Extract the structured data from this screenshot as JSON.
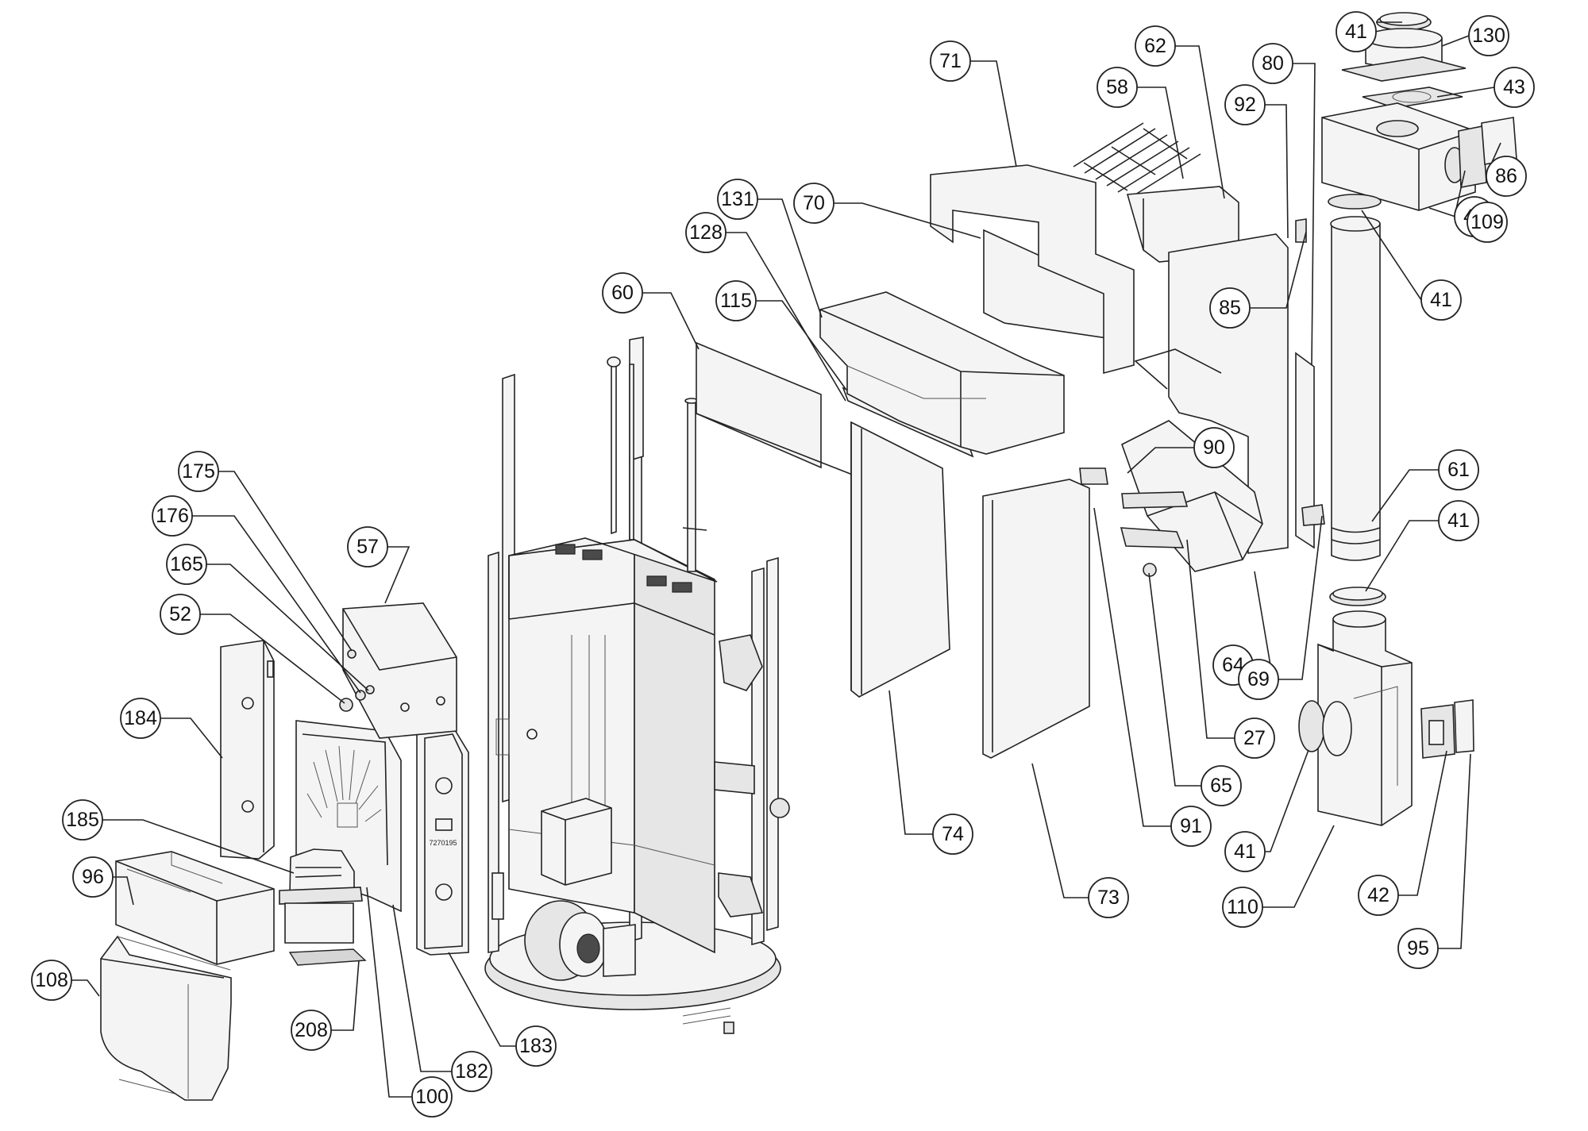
{
  "diagram": {
    "type": "exploded-parts-diagram",
    "callouts": [
      {
        "id": "c71",
        "label": "71"
      },
      {
        "id": "c62",
        "label": "62"
      },
      {
        "id": "c58",
        "label": "58"
      },
      {
        "id": "c92",
        "label": "92"
      },
      {
        "id": "c80",
        "label": "80"
      },
      {
        "id": "c41a",
        "label": "41"
      },
      {
        "id": "c130",
        "label": "130"
      },
      {
        "id": "c43a",
        "label": "43"
      },
      {
        "id": "c86",
        "label": "86"
      },
      {
        "id": "c43b",
        "label": "43"
      },
      {
        "id": "c109",
        "label": "109"
      },
      {
        "id": "c41b",
        "label": "41"
      },
      {
        "id": "c85",
        "label": "85"
      },
      {
        "id": "c131",
        "label": "131"
      },
      {
        "id": "c70",
        "label": "70"
      },
      {
        "id": "c128",
        "label": "128"
      },
      {
        "id": "c60",
        "label": "60"
      },
      {
        "id": "c115",
        "label": "115"
      },
      {
        "id": "c90",
        "label": "90"
      },
      {
        "id": "c61",
        "label": "61"
      },
      {
        "id": "c41c",
        "label": "41"
      },
      {
        "id": "c175",
        "label": "175"
      },
      {
        "id": "c176",
        "label": "176"
      },
      {
        "id": "c57",
        "label": "57"
      },
      {
        "id": "c165",
        "label": "165"
      },
      {
        "id": "c52",
        "label": "52"
      },
      {
        "id": "c64",
        "label": "64"
      },
      {
        "id": "c69",
        "label": "69"
      },
      {
        "id": "c27",
        "label": "27"
      },
      {
        "id": "c184",
        "label": "184"
      },
      {
        "id": "c65",
        "label": "65"
      },
      {
        "id": "c74",
        "label": "74"
      },
      {
        "id": "c91",
        "label": "91"
      },
      {
        "id": "c41d",
        "label": "41"
      },
      {
        "id": "c185",
        "label": "185"
      },
      {
        "id": "c96",
        "label": "96"
      },
      {
        "id": "c73",
        "label": "73"
      },
      {
        "id": "c42",
        "label": "42"
      },
      {
        "id": "c110",
        "label": "110"
      },
      {
        "id": "c108",
        "label": "108"
      },
      {
        "id": "c95",
        "label": "95"
      },
      {
        "id": "c208",
        "label": "208"
      },
      {
        "id": "c183",
        "label": "183"
      },
      {
        "id": "c182",
        "label": "182"
      },
      {
        "id": "c100",
        "label": "100"
      }
    ],
    "part_marking": "7270195"
  }
}
